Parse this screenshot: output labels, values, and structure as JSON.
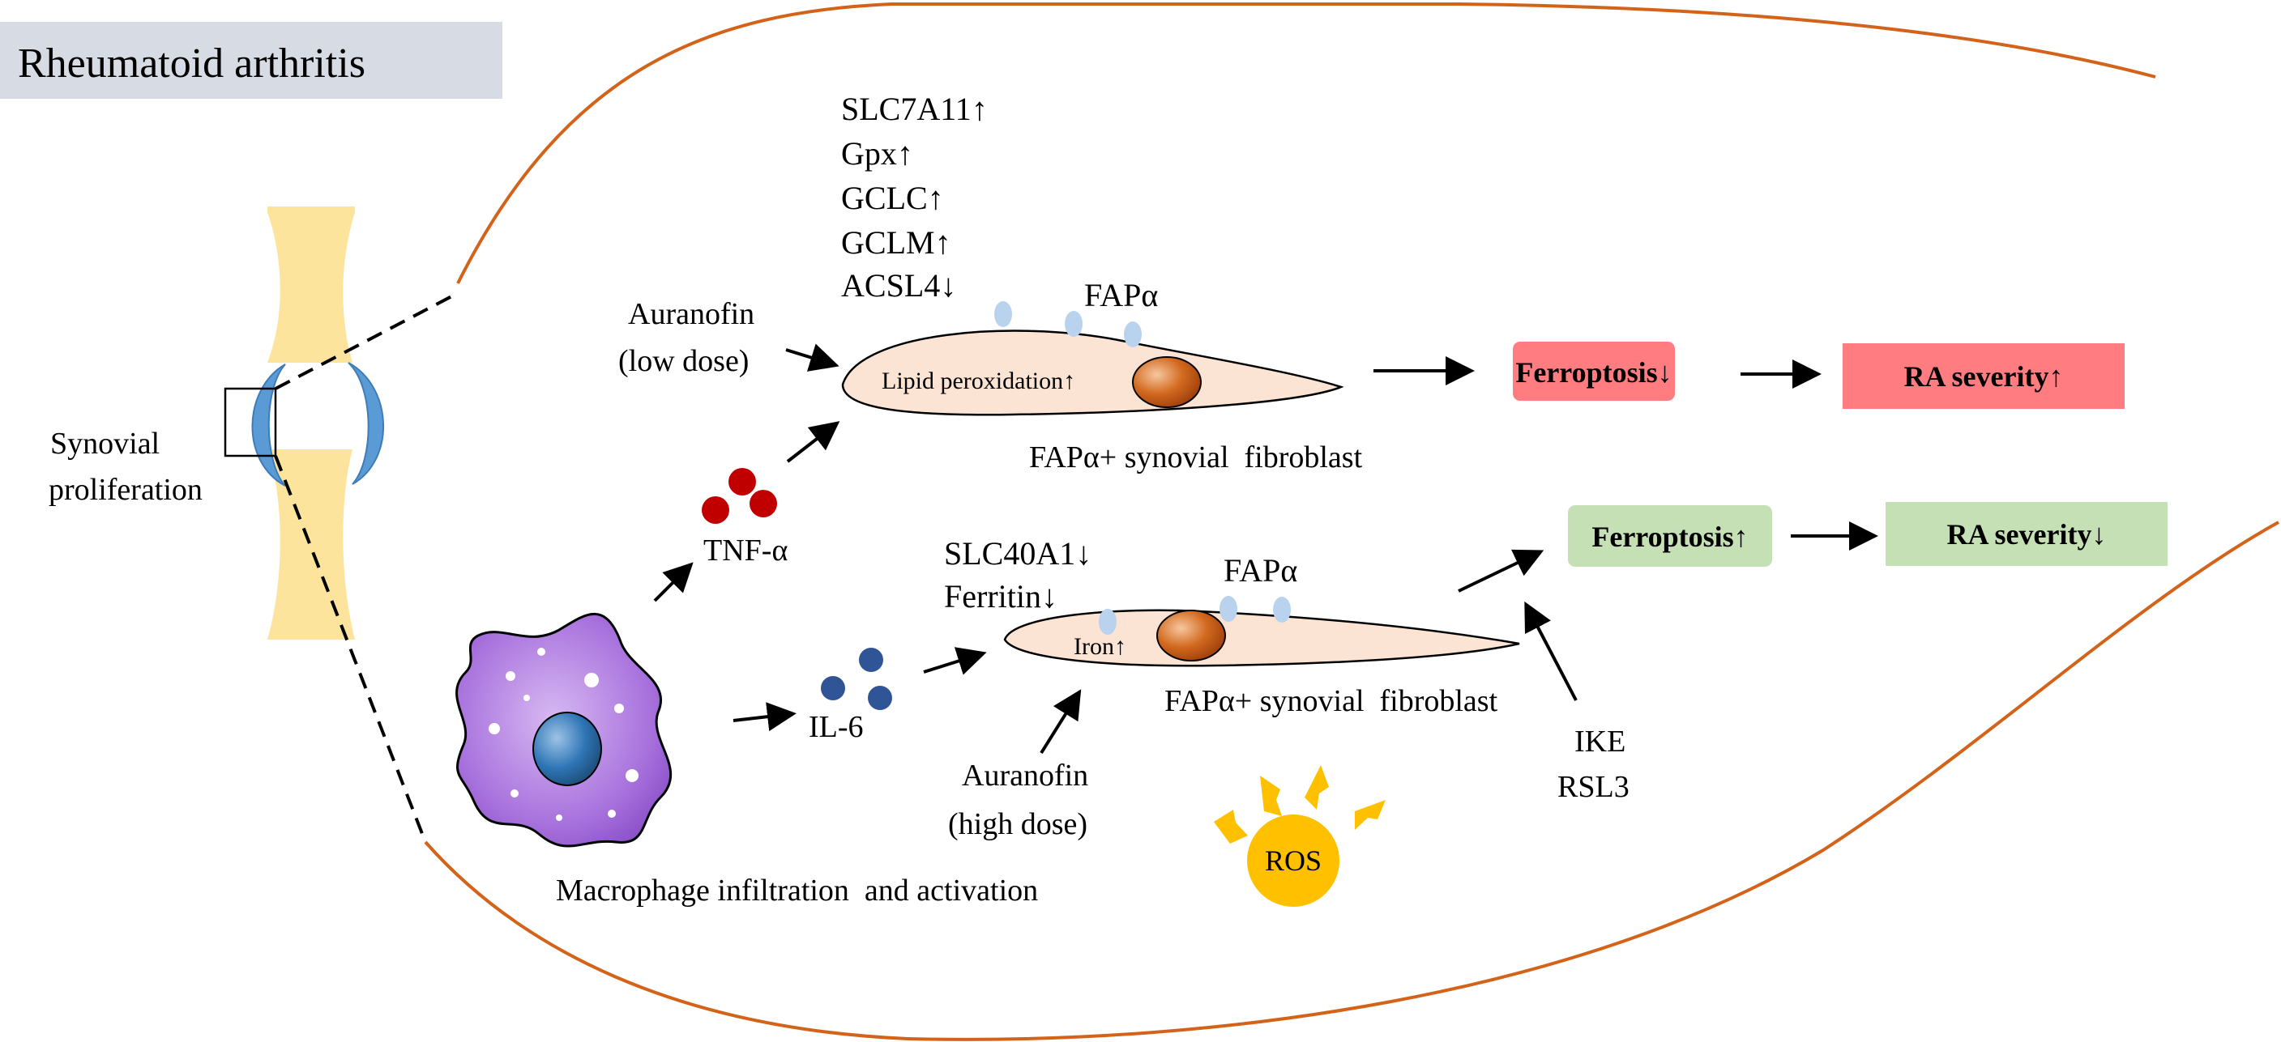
{
  "title": "Rheumatoid arthritis",
  "joint": {
    "label_line1": "Synovial",
    "label_line2": "proliferation"
  },
  "upper_pathway": {
    "markers": [
      "SLC7A11↑",
      "Gpx↑",
      "GCLC↑",
      "GCLM↑",
      "ACSL4↓"
    ],
    "drug_line1": "Auranofin",
    "drug_line2": "(low dose)",
    "receptor_label": "FAPα",
    "cell_text": "Lipid peroxidation↑",
    "cell_caption": "FAPα+ synovial  fibroblast",
    "outcome": "Ferroptosis↓",
    "severity": "RA severity↑"
  },
  "lower_pathway": {
    "markers": [
      "SLC40A1↓",
      "Ferritin↓"
    ],
    "receptor_label": "FAPα",
    "cell_text": "Iron↑",
    "cell_caption": "FAPα+ synovial  fibroblast",
    "drug_line1": "Auranofin",
    "drug_line2": "(high dose)",
    "inducer_line1": "IKE",
    "inducer_line2": "RSL3",
    "outcome": "Ferroptosis↑",
    "severity": "RA severity↓"
  },
  "cytokines": {
    "tnf": "TNF-α",
    "il6": "IL-6"
  },
  "macrophage_label": "Macrophage infiltration  and activation",
  "ros_label": "ROS",
  "colors": {
    "title_bg": "#d6dbe4",
    "outline": "#d4631a",
    "cartilage": "#fde49c",
    "synovium": "#5b9bd5",
    "cell_fill": "#fbe4d4",
    "nucleus": "#c55a1c",
    "receptor": "#b9d3ee",
    "tnf_dots": "#c00000",
    "il6_dots": "#2f5597",
    "macrophage": "#9966cc",
    "ros": "#ffc000",
    "red_box": "#ff7c80",
    "green_box": "#c5e0b4"
  }
}
